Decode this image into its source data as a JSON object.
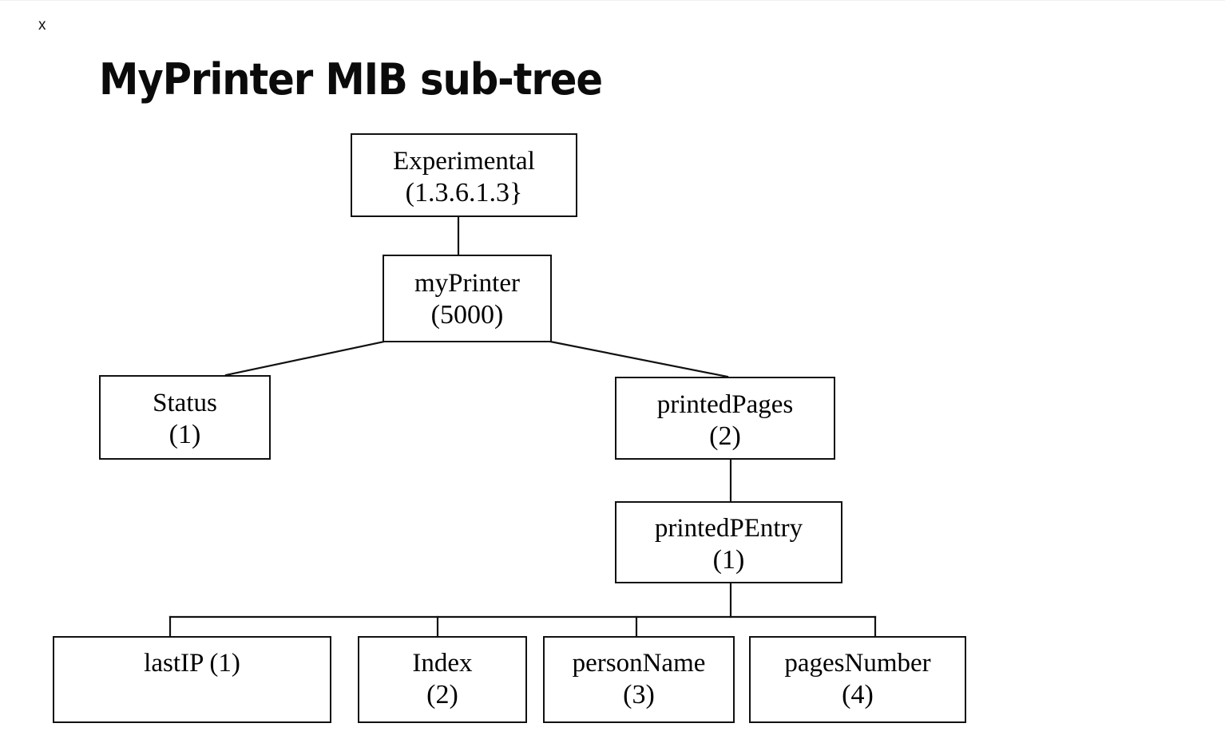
{
  "page": {
    "close_label": "x",
    "title": "MyPrinter MIB sub-tree",
    "background_color": "#ffffff",
    "line_color": "#111111",
    "text_color": "#000000"
  },
  "diagram": {
    "type": "tree",
    "description": "SNMP MIB object identifier sub-tree for MyPrinter",
    "nodes": [
      {
        "id": "experimental",
        "name": "Experimental",
        "oid": "(1.3.6.1.3}"
      },
      {
        "id": "myprinter",
        "name": "myPrinter",
        "oid": "(5000)"
      },
      {
        "id": "status",
        "name": "Status",
        "oid": "(1)"
      },
      {
        "id": "printedpages",
        "name": "printedPages",
        "oid": "(2)"
      },
      {
        "id": "printedpentry",
        "name": "printedPEntry",
        "oid": "(1)"
      },
      {
        "id": "lastip",
        "name": "lastIP (1)",
        "oid": ""
      },
      {
        "id": "index",
        "name": "Index",
        "oid": "(2)"
      },
      {
        "id": "personname",
        "name": "personName",
        "oid": "(3)"
      },
      {
        "id": "pagesnumber",
        "name": "pagesNumber",
        "oid": "(4)"
      }
    ],
    "edges": [
      {
        "from": "experimental",
        "to": "myprinter"
      },
      {
        "from": "myprinter",
        "to": "status"
      },
      {
        "from": "myprinter",
        "to": "printedpages"
      },
      {
        "from": "printedpages",
        "to": "printedpentry"
      },
      {
        "from": "printedpentry",
        "to": "lastip"
      },
      {
        "from": "printedpentry",
        "to": "index"
      },
      {
        "from": "printedpentry",
        "to": "personname"
      },
      {
        "from": "printedpentry",
        "to": "pagesnumber"
      }
    ]
  }
}
